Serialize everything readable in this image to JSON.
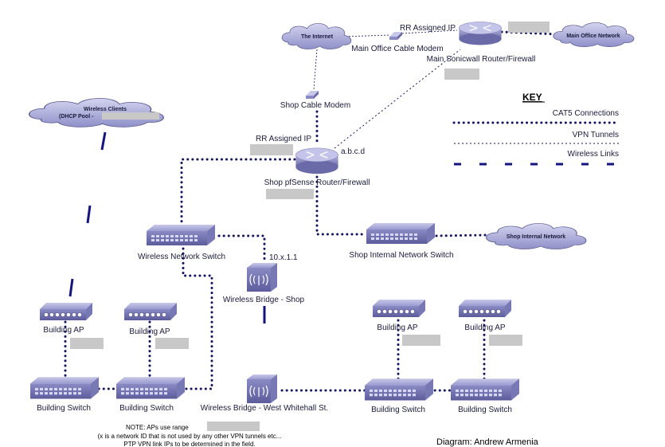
{
  "clouds": {
    "internet": "The Internet",
    "main_office": "Main Office Network",
    "wireless_clients": "Wireless Clients",
    "dhcp_pool": "(DHCP Pool -",
    "shop_internal": "Shop Internal Network"
  },
  "devices": {
    "rr_ip_top": "RR Assigned IP",
    "main_modem": "Main Office Cable Modem",
    "main_router": "Main Sonicwall Router/Firewall",
    "shop_modem": "Shop Cable Modem",
    "rr_ip_shop": "RR Assigned IP",
    "shop_router_ip": "a.b.c.d",
    "shop_router": "Shop pfSense Router/Firewall",
    "wireless_switch": "Wireless Network Switch",
    "bridge_ip": "10.x.1.1",
    "bridge_shop": "Wireless Bridge - Shop",
    "shop_switch": "Shop Internal Network Switch",
    "ap_label": "Building AP",
    "switch_label": "Building Switch",
    "bridge_west": "Wireless Bridge - West Whitehall St."
  },
  "key": {
    "title": "KEY",
    "cat5": "CAT5 Connections",
    "vpn": "VPN Tunnels",
    "wireless": "Wireless Links"
  },
  "note": {
    "line1": "NOTE: APs use range",
    "line2": "(x is a network ID that is not used by any other VPN tunnels etc...",
    "line3": "PTP VPN link IPs to be determined in the field."
  },
  "credit": "Diagram: Andrew Armenia",
  "colors": {
    "line": "#151560",
    "device": "#8f90c8",
    "cloud": "#aaaadd"
  }
}
